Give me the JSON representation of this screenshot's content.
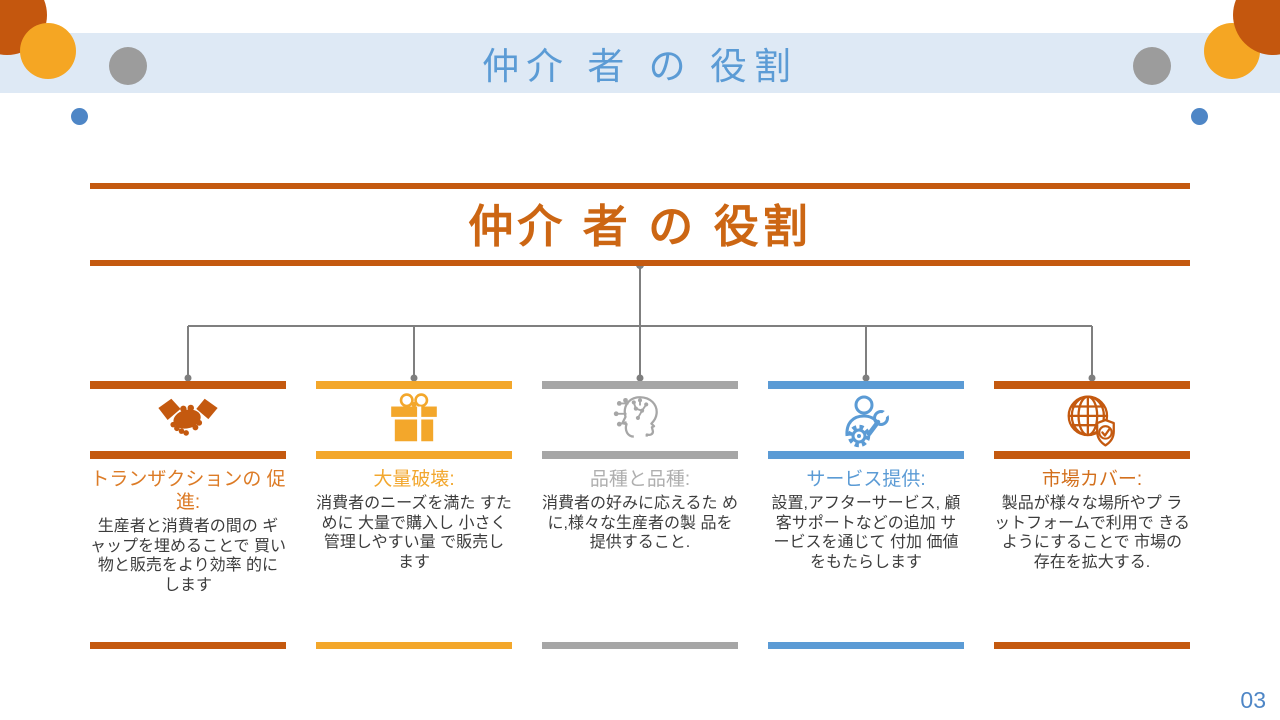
{
  "banner": {
    "title": "仲介 者 の 役割",
    "bg_color": "#DEE9F5",
    "text_color": "#5B9BD5"
  },
  "decor": {
    "dark_orange": "#C4570E",
    "amber": "#F5A623",
    "gray": "#9C9C9C",
    "blue_dot": "#4E86C6"
  },
  "heading": {
    "title": "仲介 者 の 役割",
    "title_color": "#CC6613",
    "line_color": "#C4590F"
  },
  "connector": {
    "color": "#7F7F7F"
  },
  "columns": [
    {
      "icon": "handshake-icon",
      "accent_color": "#C4590F",
      "title_color": "#DC7B26",
      "title": "トランザクションの 促進:",
      "body": "生産者と消費者の間の ギャップを埋めることで 買い物と販売をより効率 的にします"
    },
    {
      "icon": "gift-icon",
      "accent_color": "#F3A72B",
      "title_color": "#F2A72E",
      "title": "大量破壊:",
      "body": "消費者のニーズを満た すために 大量で購入し 小さく 管理しやすい量 で販売します"
    },
    {
      "icon": "ai-head-icon",
      "accent_color": "#A6A6A6",
      "title_color": "#AFAFAF",
      "title": "品種と品種:",
      "body": "消費者の好みに応えるた めに,様々な生産者の製 品を提供すること."
    },
    {
      "icon": "service-person-icon",
      "accent_color": "#5B9BD5",
      "title_color": "#5B9BD5",
      "title": "サービス提供:",
      "body": "設置,アフターサービス, 顧客サポートなどの追加 サービスを通じて 付加 価値をもたらします"
    },
    {
      "icon": "globe-check-icon",
      "accent_color": "#C4590F",
      "title_color": "#D3701D",
      "title": "市場カバー:",
      "body": "製品が様々な場所やプ ラットフォームで利用で きるようにすることで 市場の存在を拡大する."
    }
  ],
  "page_number": "03"
}
